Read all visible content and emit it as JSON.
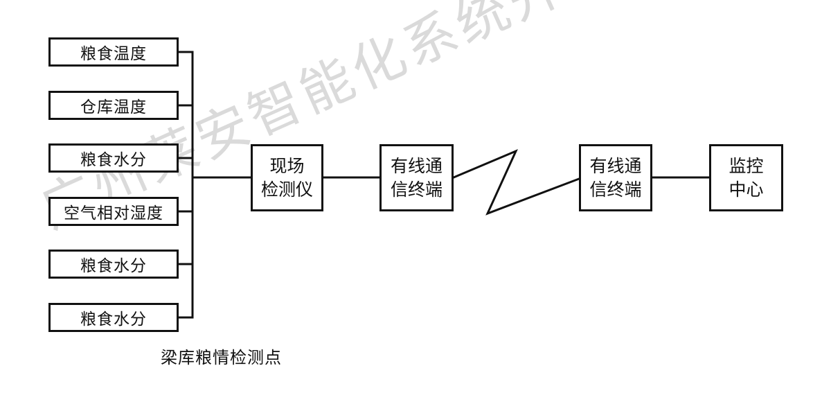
{
  "sensors": [
    {
      "label": "粮食温度"
    },
    {
      "label": "仓库温度"
    },
    {
      "label": "粮食水分"
    },
    {
      "label": "空气相对湿度"
    },
    {
      "label": "粮食水分"
    },
    {
      "label": "粮食水分"
    }
  ],
  "caption": "梁库粮情检测点",
  "nodes": {
    "field_instrument": "现场\n检测仪",
    "terminal_left": "有线通\n信终端",
    "terminal_right": "有线通\n信终端",
    "monitor_center": "监控\n中心"
  },
  "watermark": "广州莱安智能化系统开发有限公司",
  "colors": {
    "line": "#111111",
    "watermark": "#dadada"
  }
}
